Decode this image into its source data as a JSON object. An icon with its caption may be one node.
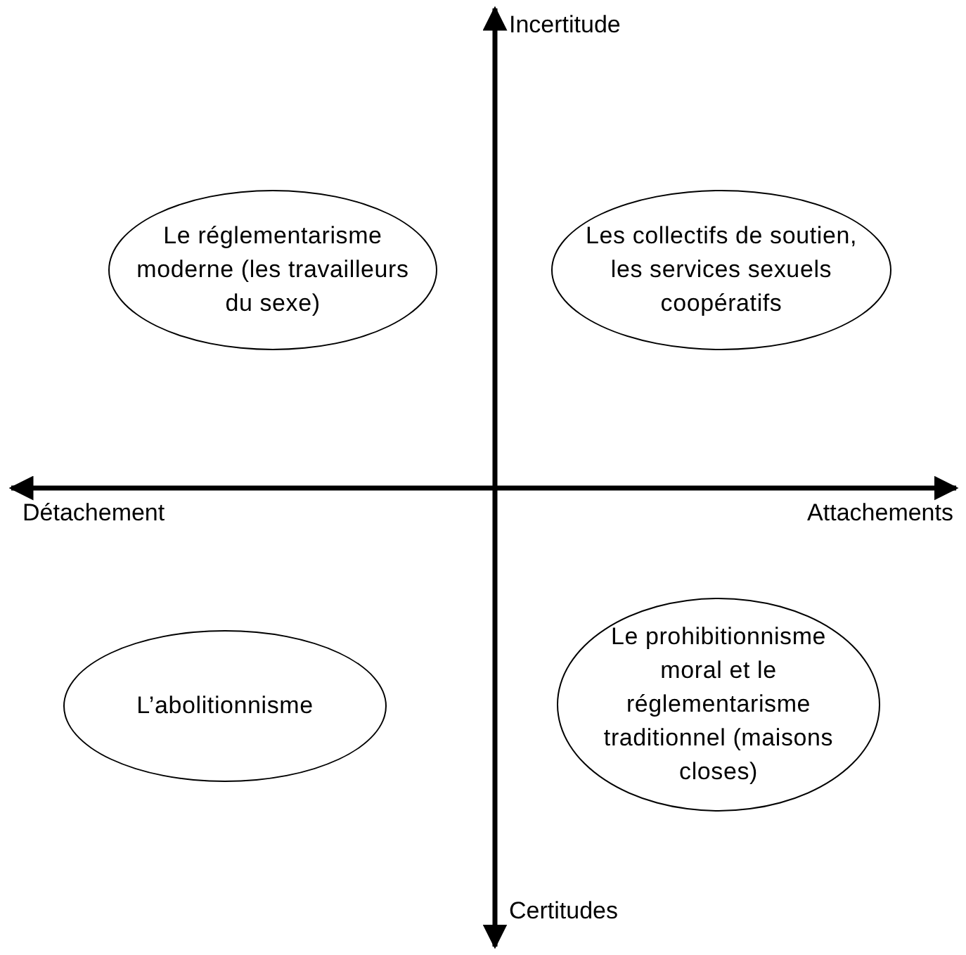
{
  "diagram": {
    "nodes": [
      {
        "text": [
          "Le réglementarisme moderne (les travailleurs du sexe)"
        ]
      },
      {
        "text": [
          "Les collectifs de soutien, les services sexuels coopératifs"
        ]
      },
      {
        "text": [
          "L’abolitionnisme"
        ]
      },
      {
        "text": [
          "Le prohibitionnisme moral et le réglementarisme traditionnel (maisons closes)"
        ]
      }
    ],
    "labels": [
      "Incertitude",
      "Détachement",
      "Attachements",
      "Certitudes"
    ]
  }
}
